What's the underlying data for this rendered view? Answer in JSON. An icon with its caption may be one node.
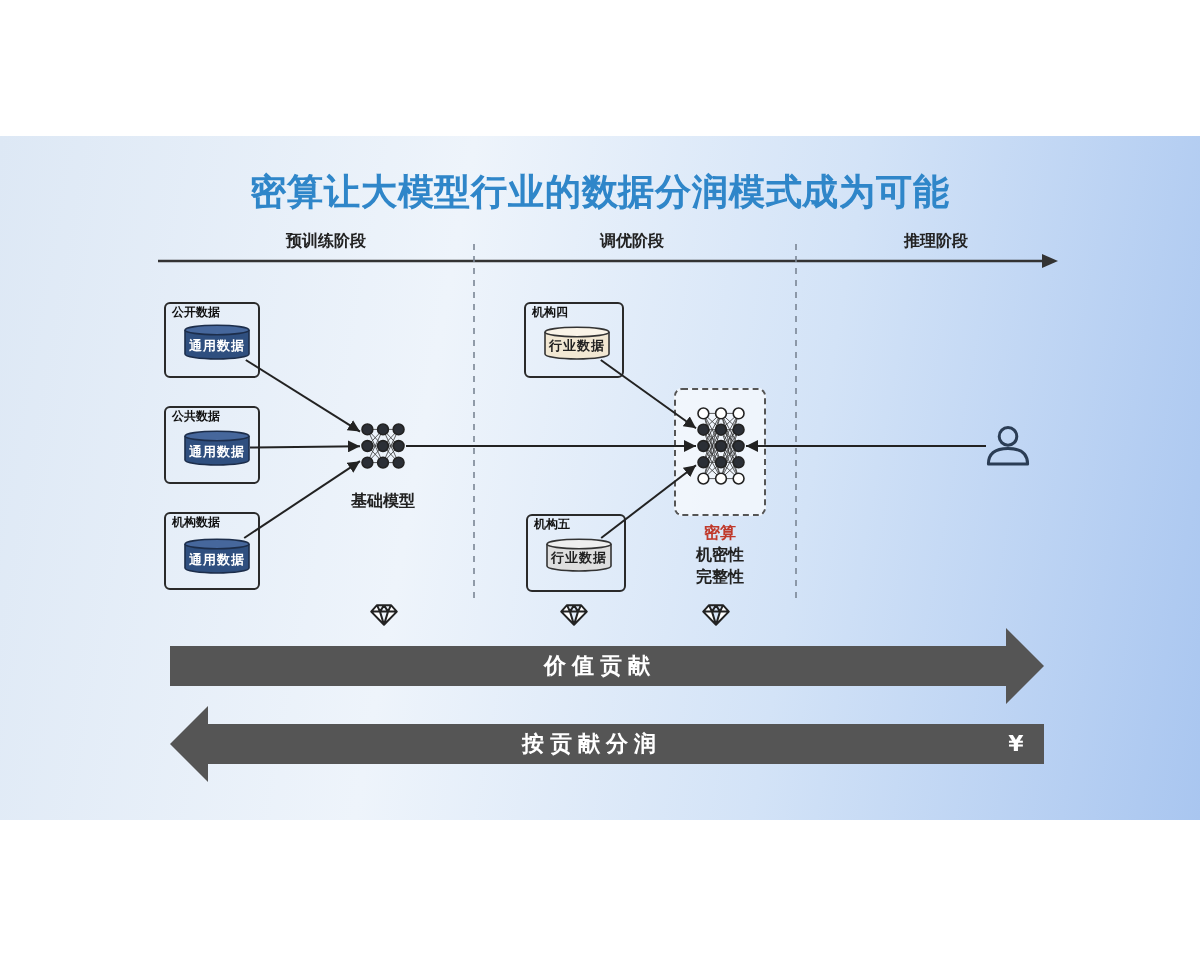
{
  "diagram": {
    "title": "密算让大模型行业的数据分润模式成为可能",
    "nodes": [
      {
        "text": [
          "公开数据"
        ]
      },
      {
        "text": [
          "通用数据"
        ],
        "in": 0
      },
      {
        "text": [
          "公共数据"
        ]
      },
      {
        "text": [
          "通用数据"
        ],
        "in": 2
      },
      {
        "text": [
          "机构数据"
        ]
      },
      {
        "text": [
          "通用数据"
        ],
        "in": 4
      },
      {
        "text": [],
        "shape": "picture",
        "beside": [
          "基础模型"
        ]
      },
      {
        "text": [
          "机构四"
        ]
      },
      {
        "text": [
          "行业数据"
        ],
        "in": 7
      },
      {
        "text": [
          "机构五"
        ]
      },
      {
        "text": [
          "行业数据"
        ],
        "in": 9
      },
      {
        "text": [],
        "shape": "box",
        "beside": [
          "密算",
          "机密性",
          "完整性"
        ]
      },
      {
        "text": [],
        "shape": "picture",
        "in": 11
      },
      {
        "text": [],
        "shape": "person"
      },
      {
        "text": [
          "价值贡献"
        ]
      },
      {
        "text": [
          "按贡献分润",
          "¥"
        ]
      }
    ],
    "edges": [
      {
        "from": 1,
        "to": 6,
        "arrow": "to"
      },
      {
        "from": 3,
        "to": 6,
        "arrow": "to"
      },
      {
        "from": 5,
        "to": 6,
        "arrow": "to"
      },
      {
        "from": 6,
        "to": 12,
        "arrow": "to"
      },
      {
        "from": 8,
        "to": 12,
        "arrow": "to"
      },
      {
        "from": 10,
        "to": 12,
        "arrow": "to"
      },
      {
        "from": 13,
        "to": 12,
        "arrow": "to"
      }
    ],
    "labels": [
      "预训练阶段",
      "调优阶段",
      "推理阶段"
    ]
  }
}
